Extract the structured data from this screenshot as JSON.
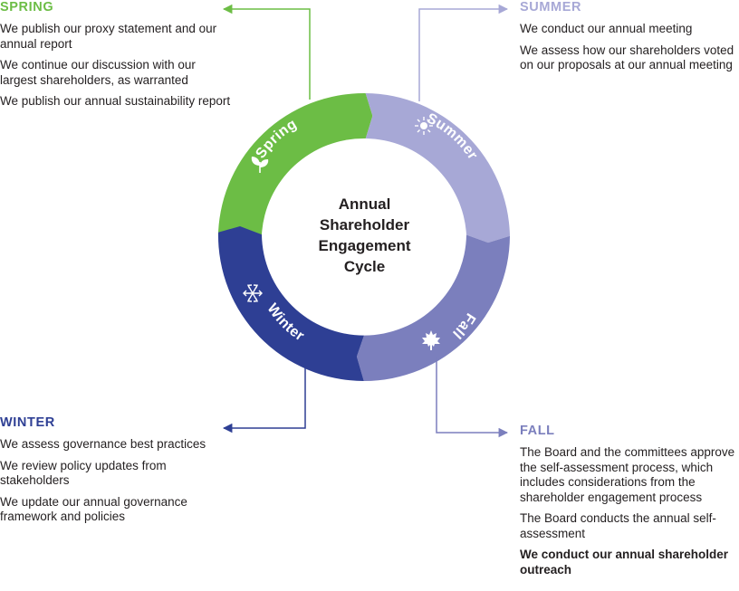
{
  "title_lines": [
    "Annual",
    "Shareholder",
    "Engagement",
    "Cycle"
  ],
  "colors": {
    "spring": "#6cbd45",
    "summer": "#a7a8d6",
    "fall": "#7b7fbd",
    "winter": "#2e3f94",
    "text": "#231f20"
  },
  "seasons": {
    "spring": {
      "ring_label": "Spring",
      "heading": "SPRING",
      "icon": "sprout-icon",
      "items": [
        "We publish our proxy statement and our annual report",
        "We continue our discussion with our largest shareholders, as warranted",
        "We publish our annual sustainability report"
      ]
    },
    "summer": {
      "ring_label": "Summer",
      "heading": "SUMMER",
      "icon": "sun-icon",
      "items": [
        "We conduct our annual meeting",
        "We assess how our shareholders voted on our proposals at our annual meeting"
      ]
    },
    "fall": {
      "ring_label": "Fall",
      "heading": "FALL",
      "icon": "maple-leaf-icon",
      "items": [
        "The Board and the committees approve the self-assessment process, which includes considerations from the shareholder engagement process",
        "The Board conducts the annual self-assessment"
      ],
      "bold_item": "We conduct our annual shareholder outreach"
    },
    "winter": {
      "ring_label": "Winter",
      "heading": "WINTER",
      "icon": "snowflake-icon",
      "items": [
        "We assess governance best practices",
        "We review policy updates from stakeholders",
        "We update our annual governance framework and policies"
      ]
    }
  }
}
